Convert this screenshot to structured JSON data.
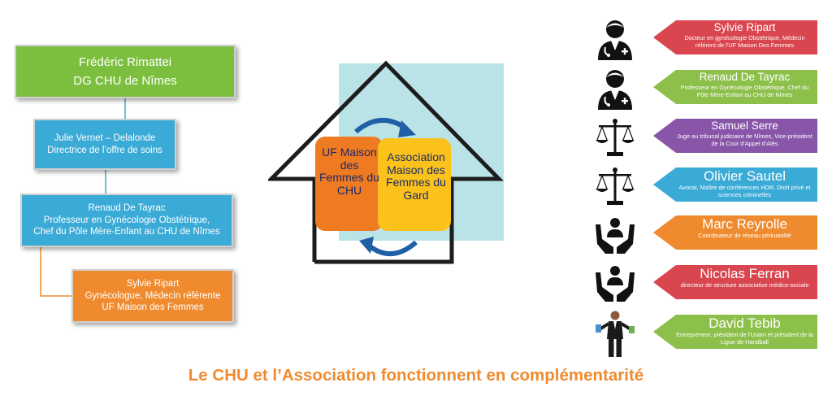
{
  "org_chart": {
    "director": {
      "name": "Frédéric Rimattei",
      "title": "DG CHU de Nîmes"
    },
    "vernet": {
      "name": "Julie Vernet – Delalonde",
      "title": "Directrice de l’offre de soins"
    },
    "tayrac": {
      "name": "Renaud De Tayrac",
      "title_line1": "Professeur en Gynécologie Obstétrique,",
      "title_line2": "Chef du Pôle Mère-Enfant au CHU de Nîmes"
    },
    "ripart": {
      "name": "Sylvie Ripart",
      "title_line1": "Gynécologue, Médecin référente",
      "title_line2": "UF Maison des Femmes"
    }
  },
  "house": {
    "uf_label": "UF Maison des Femmes du CHU",
    "association_label": "Association Maison des Femmes du Gard",
    "colors": {
      "uf": "#ee7a22",
      "association": "#fbc21c",
      "background": "#b9e3e7",
      "arrows": "#1f5fa6"
    }
  },
  "people": [
    {
      "name": "Sylvie Ripart",
      "role": "Docteur en gynécologie Obstétrique, Médecin référent de l’UF Maison Des Femmes",
      "icon": "doctor-icon",
      "color": "#d9464f"
    },
    {
      "name": "Renaud De Tayrac",
      "role": "Professeur en Gynécologie Obstétrique, Chef du Pôle Mère-Enfant au CHU de Nîmes",
      "icon": "doctor-icon",
      "color": "#8dc04a"
    },
    {
      "name": "Samuel Serre",
      "role": "Juge au tribunal judiciaire de Nîmes, Vice-président de la Cour d’Appel d’Alès",
      "icon": "justice-scales-icon",
      "color": "#8855a8"
    },
    {
      "name": "Olivier Sautel",
      "role": "Avocat, Maître de conférences HDR, Droit privé et sciences criminelles",
      "icon": "justice-scales-icon",
      "color": "#3aaad6"
    },
    {
      "name": "Marc Reyrolle",
      "role": "Coordinateur de réseau périnatalité",
      "icon": "care-hands-icon",
      "color": "#ef8b2e"
    },
    {
      "name": "Nicolas Ferran",
      "role": "directeur de structure associative médico-sociale",
      "icon": "care-hands-icon",
      "color": "#d9464f"
    },
    {
      "name": "David Tebib",
      "role": "Entrepreneur, président de l’Usam et président de la Ligue de Handball",
      "icon": "businessman-icon",
      "color": "#8dc04a"
    }
  ],
  "footer": {
    "caption": "Le CHU et l’Association fonctionnent en complémentarité"
  }
}
